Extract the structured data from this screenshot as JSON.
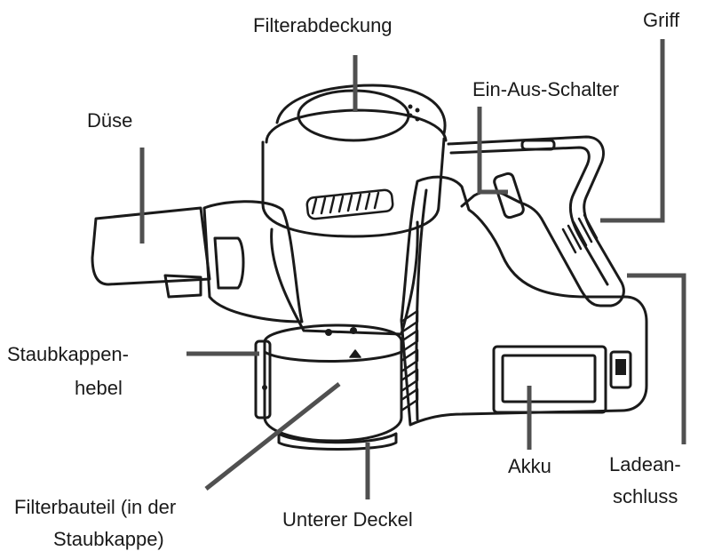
{
  "labels": {
    "filter_cover": "Filterabdeckung",
    "handle": "Griff",
    "power_switch": "Ein-Aus-Schalter",
    "nozzle": "Düse",
    "dust_cup_lever_1": "Staubkappen-",
    "dust_cup_lever_2": "hebel",
    "filter_part_1": "Filterbauteil (in der",
    "filter_part_2": "Staubkappe)",
    "bottom_cover": "Unterer Deckel",
    "battery": "Akku",
    "charging_port_1": "Ladean-",
    "charging_port_2": "schluss"
  },
  "colors": {
    "ink": "#1a1a1a",
    "leader": "#505050",
    "body_fill": "#ffffff"
  }
}
